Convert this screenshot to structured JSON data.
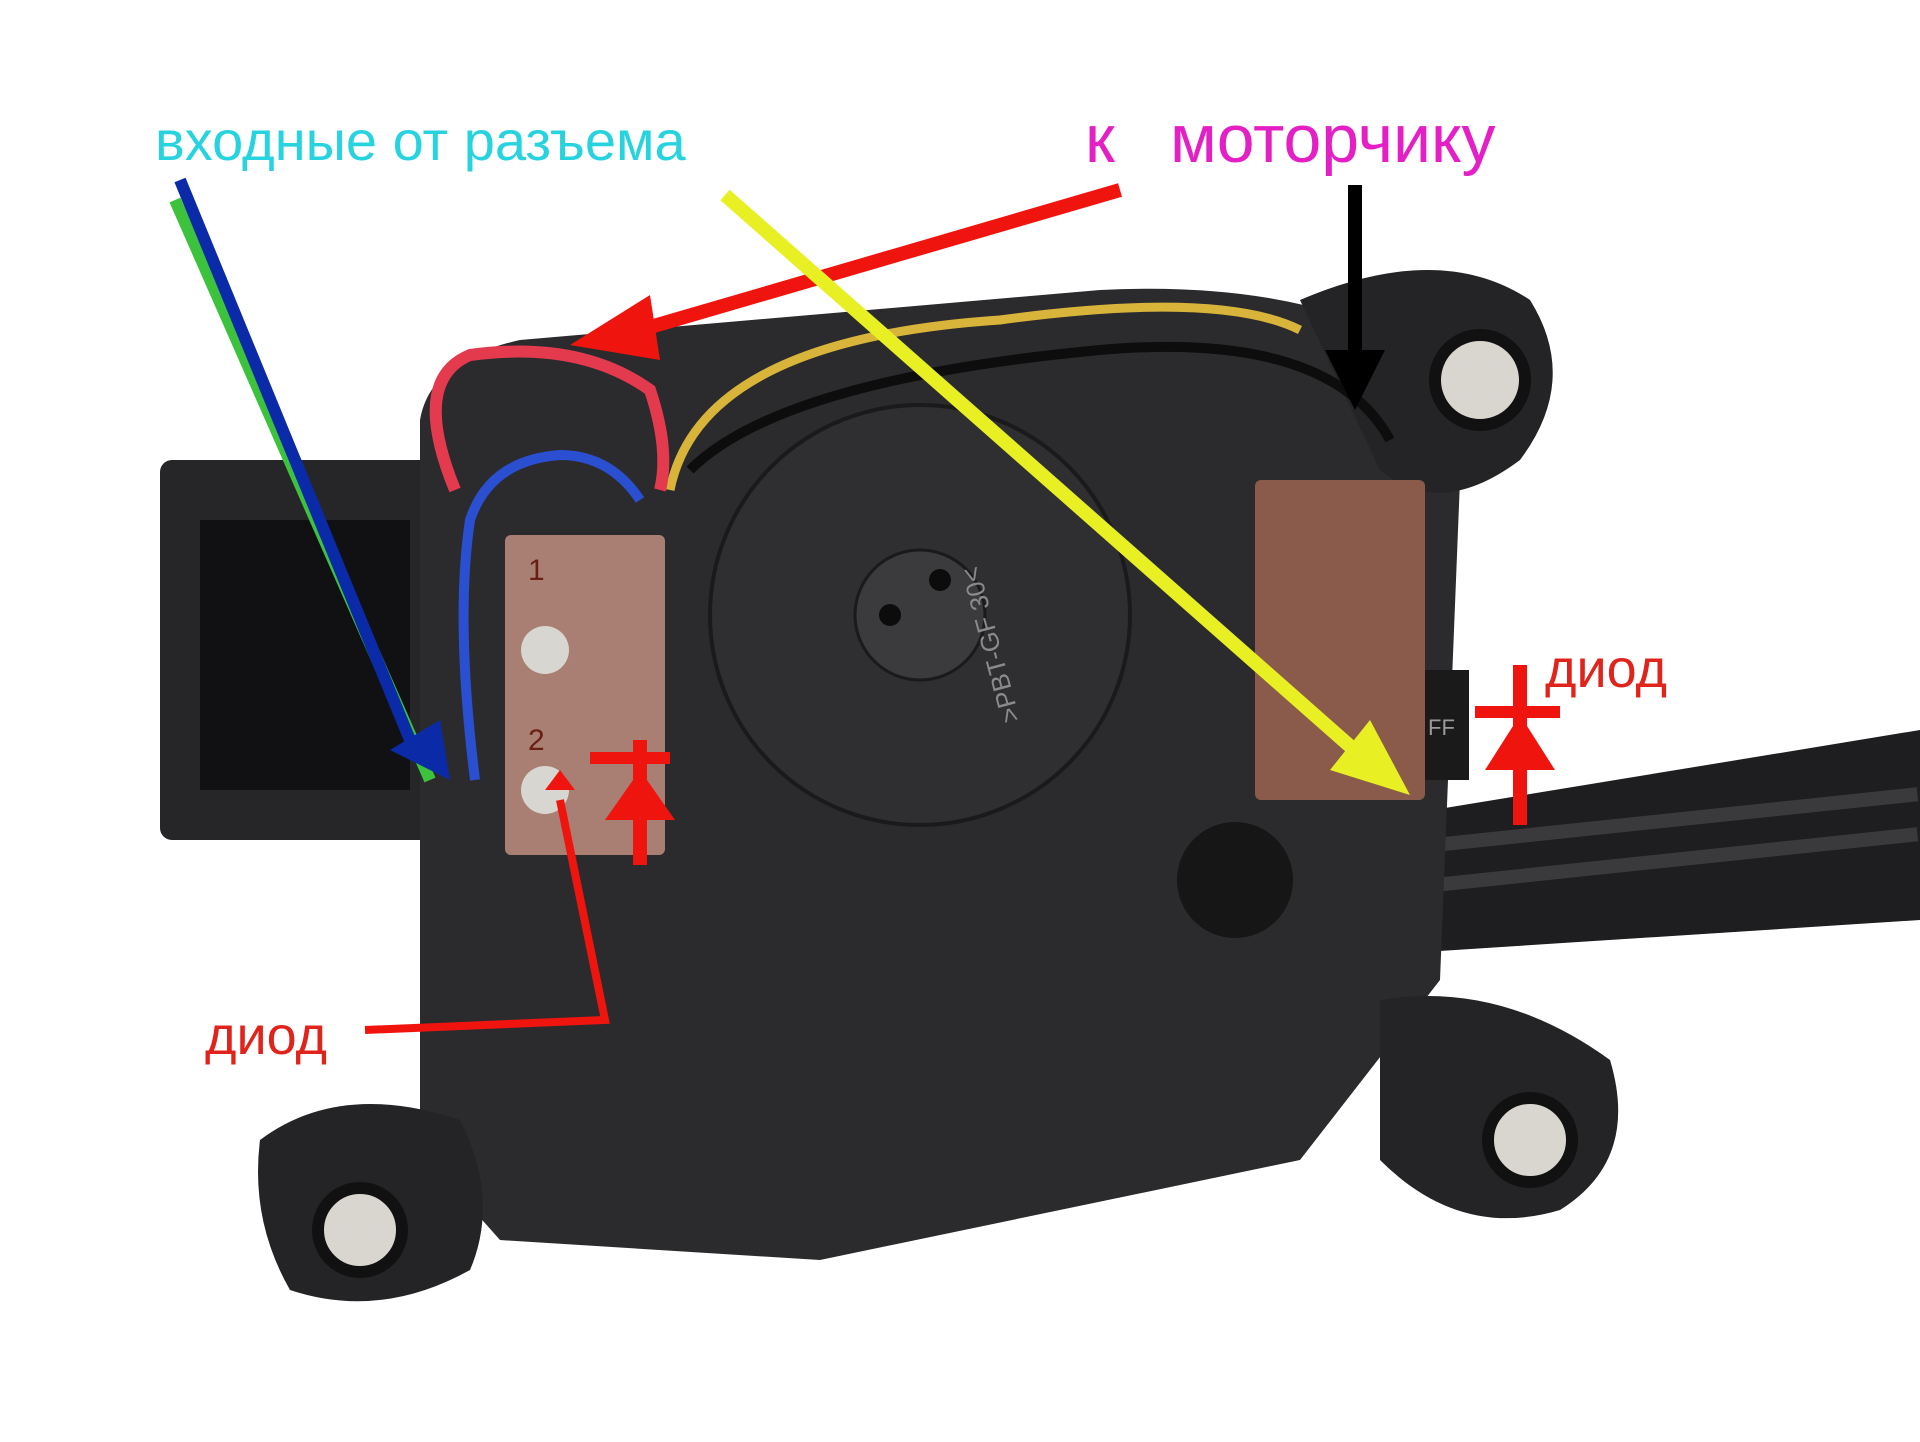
{
  "labels": {
    "input_wires": "входные от разъема",
    "motor_prefix": "к",
    "motor": "моторчику",
    "diode_right": "диод",
    "diode_left": "диод"
  },
  "switch_markings": {
    "pin1": "1",
    "pin2": "2"
  },
  "gear_marking": ">PBT-GF 30<",
  "diode_marking": "FF",
  "colors": {
    "background": "#ffffff",
    "housing": "#2b2b2d",
    "label_cyan": "#27d3df",
    "label_magenta": "#e41fc5",
    "label_red": "#e0241c",
    "arrow_blue": "#0b2aa8",
    "arrow_green": "#3cc23c",
    "arrow_red": "#f0140f",
    "arrow_yellow": "#e8f024",
    "arrow_black": "#000000",
    "microswitch": "#8a5a4a"
  }
}
